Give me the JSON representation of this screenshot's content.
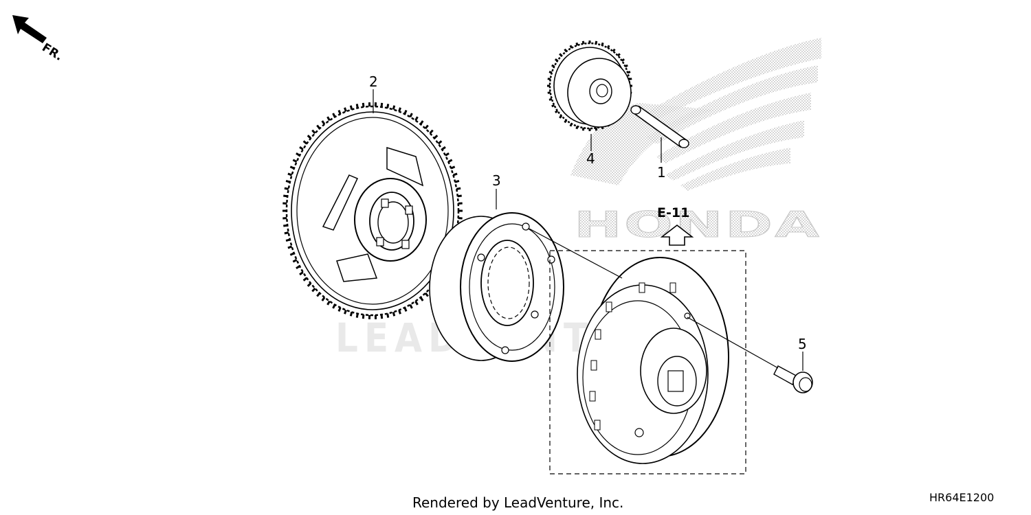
{
  "orientation": {
    "label": "FR."
  },
  "logo": {
    "text": "HONDA"
  },
  "watermark": {
    "text": "LEADVENTURE"
  },
  "reference": {
    "label": "E-11"
  },
  "callouts": [
    {
      "id": "1",
      "label": "1"
    },
    {
      "id": "2",
      "label": "2"
    },
    {
      "id": "3",
      "label": "3"
    },
    {
      "id": "4",
      "label": "4"
    },
    {
      "id": "5",
      "label": "5"
    }
  ],
  "footer": {
    "rendered_by": "Rendered by LeadVenture, Inc.",
    "diagram_code": "HR64E1200"
  }
}
